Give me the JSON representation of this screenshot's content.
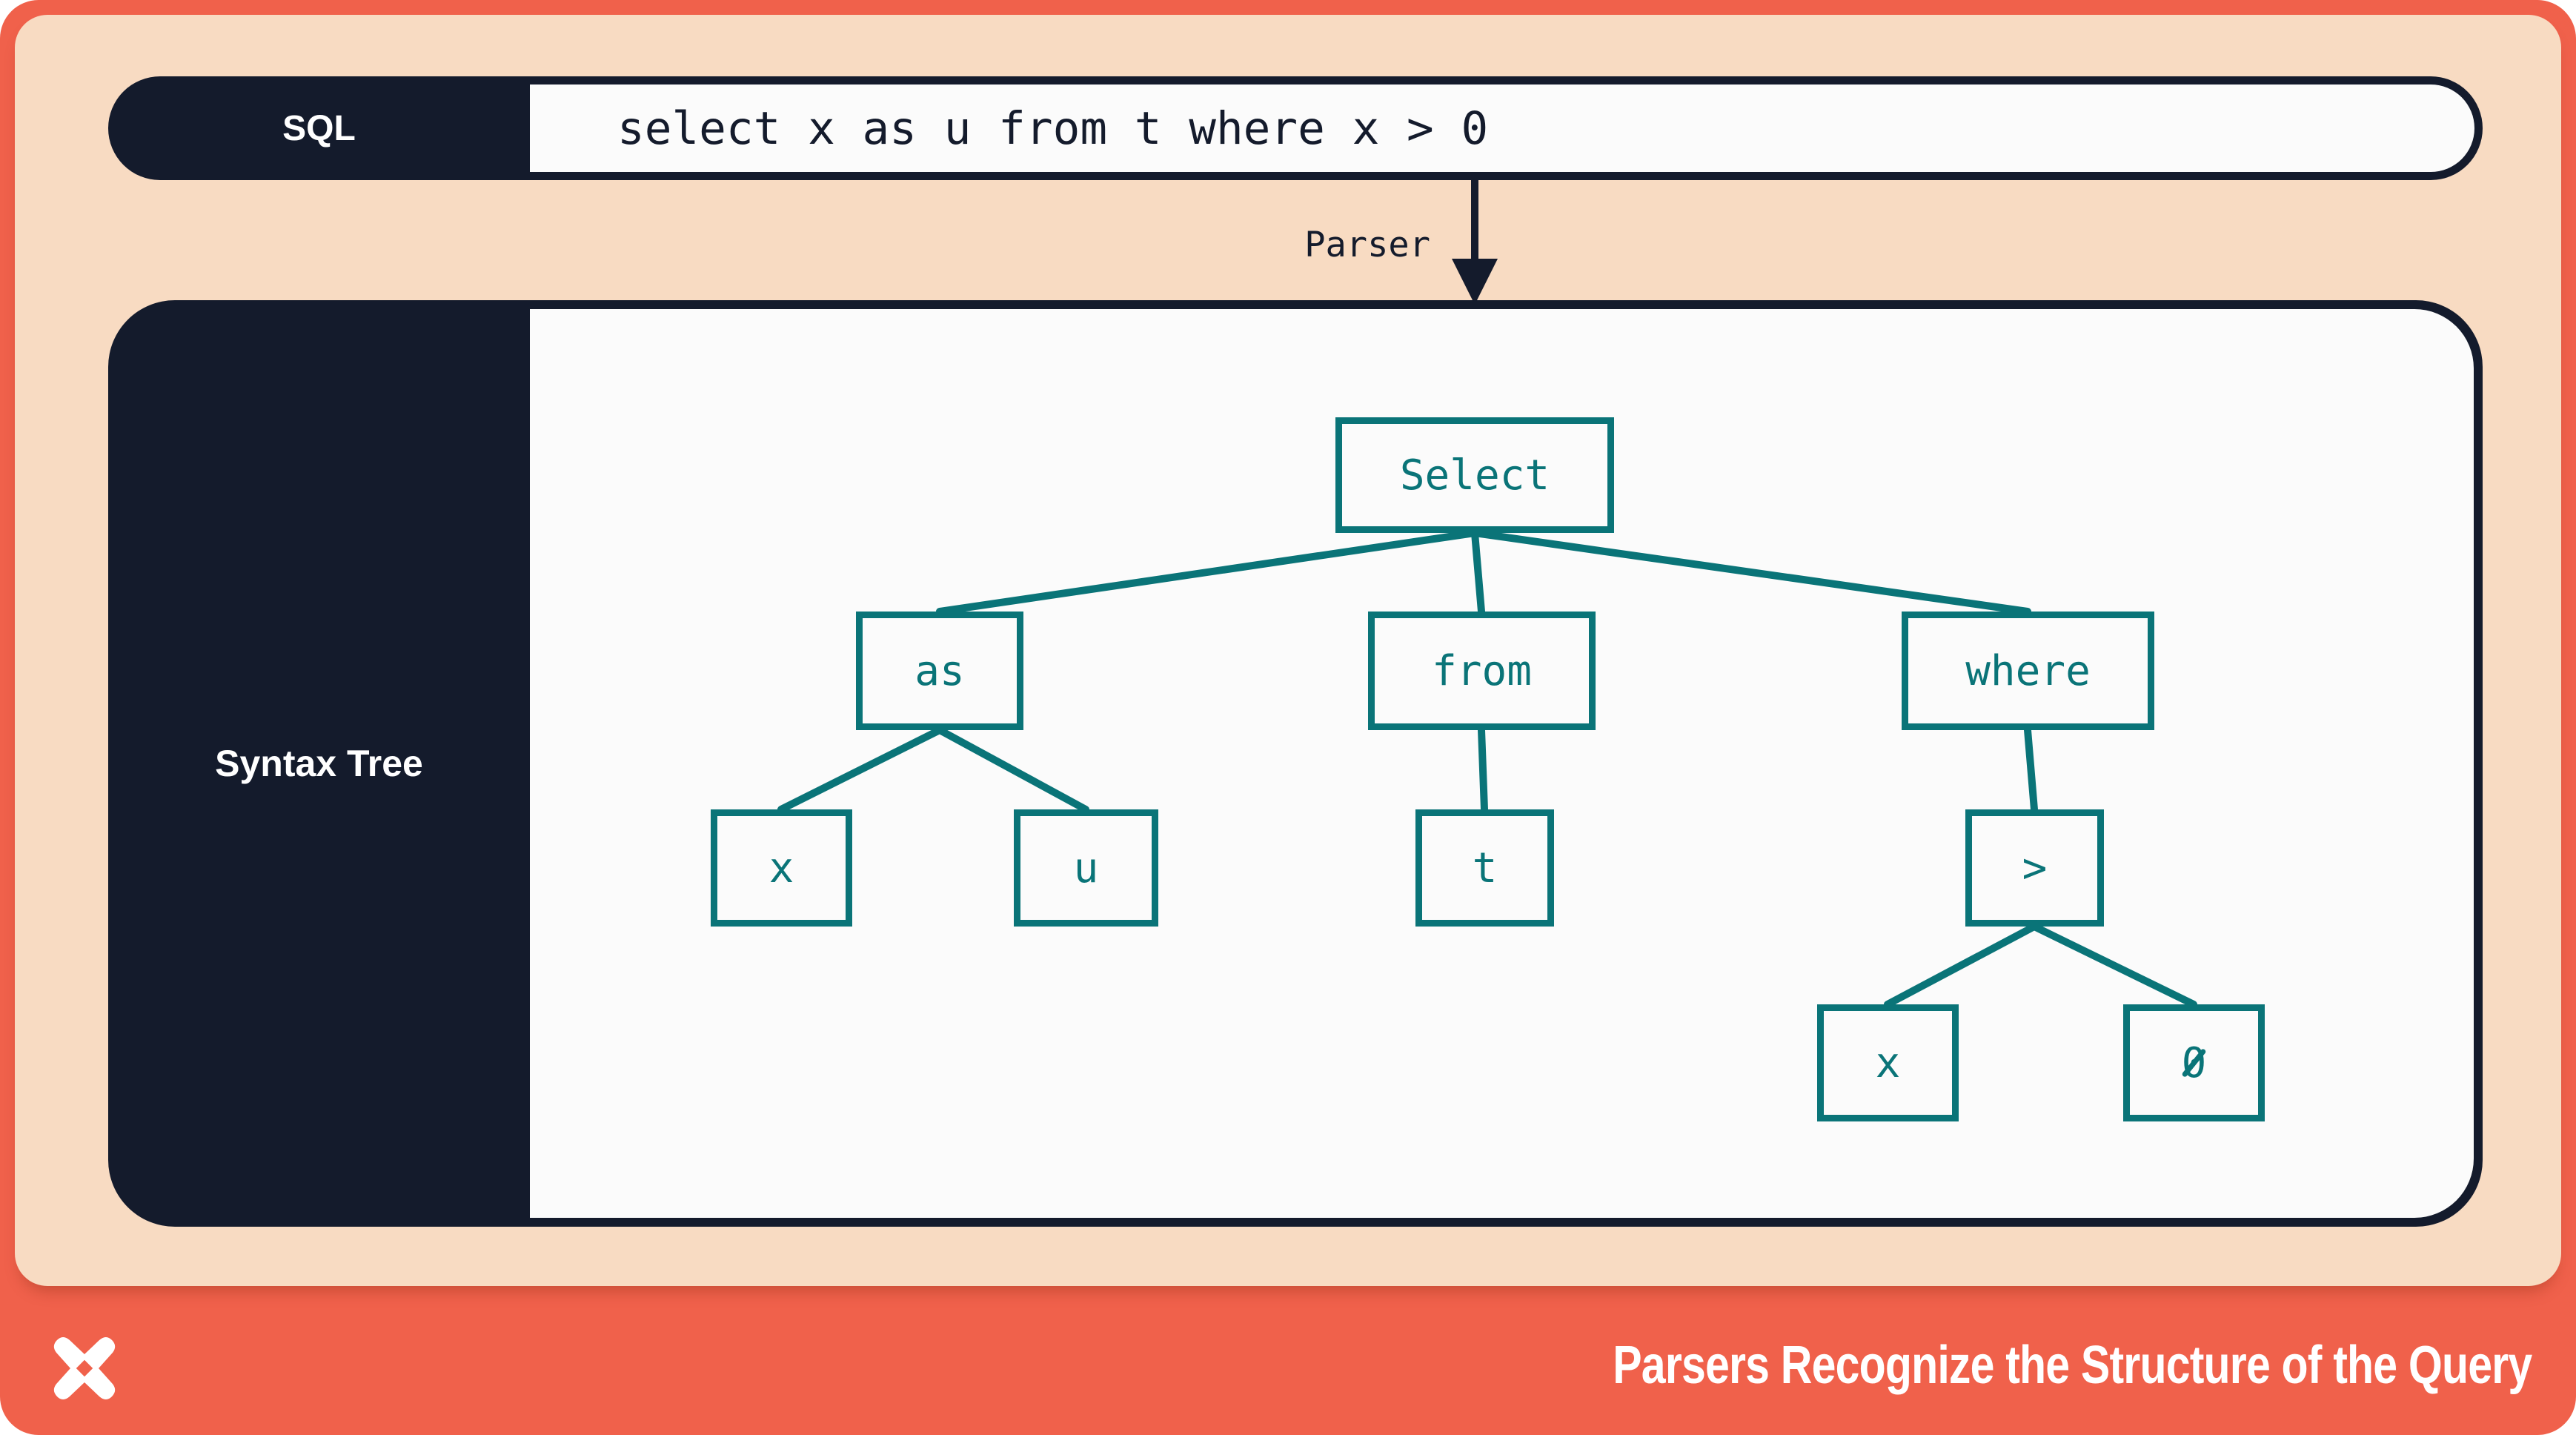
{
  "colors": {
    "accent_orange": "#F0614B",
    "panel_peach": "#F8DBC2",
    "ink_navy": "#141B2C",
    "node_teal": "#0A7478",
    "surface_white": "#FBFBFB"
  },
  "sql_bar": {
    "label": "SQL",
    "query": "select x as u from t where x > 0"
  },
  "parser_arrow": {
    "label": "Parser"
  },
  "syntax_tree": {
    "label": "Syntax Tree",
    "tree": {
      "label": "Select",
      "children": [
        {
          "label": "as",
          "children": [
            {
              "label": "x"
            },
            {
              "label": "u"
            }
          ]
        },
        {
          "label": "from",
          "children": [
            {
              "label": "t"
            }
          ]
        },
        {
          "label": "where",
          "children": [
            {
              "label": ">",
              "children": [
                {
                  "label": "x"
                },
                {
                  "label": "0"
                }
              ]
            }
          ]
        }
      ]
    }
  },
  "footer": {
    "caption": "Parsers Recognize the Structure of the Query",
    "logo_icon": "pinwheel-x-logo"
  }
}
